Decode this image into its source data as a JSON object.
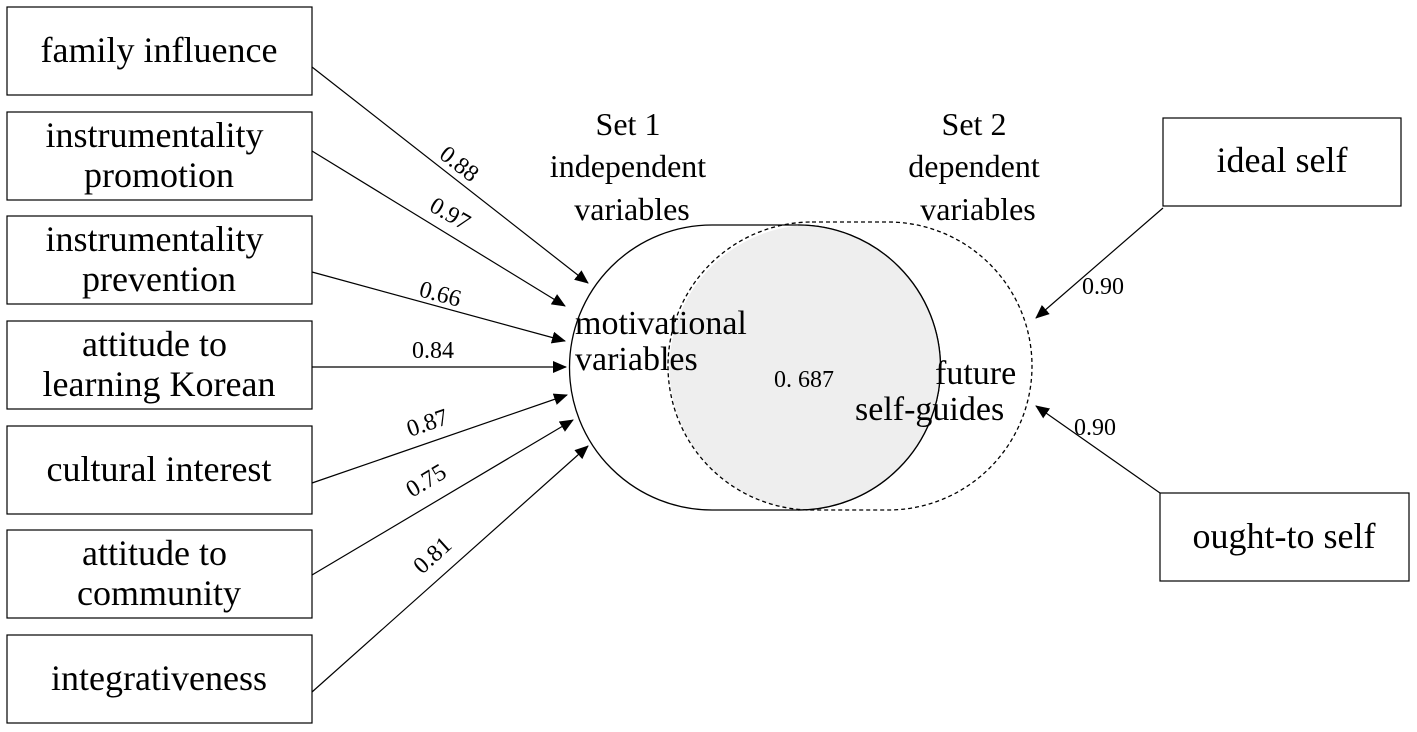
{
  "colors": {
    "overlap_fill": "#eeeeee",
    "stroke": "#000000"
  },
  "left_boxes": [
    {
      "lines": [
        "family influence"
      ],
      "coef": "0.88"
    },
    {
      "lines": [
        "instrumentality",
        "promotion"
      ],
      "coef": "0.97"
    },
    {
      "lines": [
        "instrumentality",
        "prevention"
      ],
      "coef": "0.66"
    },
    {
      "lines": [
        "attitude to",
        "learning Korean"
      ],
      "coef": "0.84"
    },
    {
      "lines": [
        "cultural interest"
      ],
      "coef": "0.87"
    },
    {
      "lines": [
        "attitude to",
        "community"
      ],
      "coef": "0.75"
    },
    {
      "lines": [
        "integrativeness"
      ],
      "coef": "0.81"
    }
  ],
  "right_boxes": [
    {
      "lines": [
        "ideal self"
      ],
      "coef": "0.90"
    },
    {
      "lines": [
        "ought-to self"
      ],
      "coef": "0.90"
    }
  ],
  "set1": {
    "lines": [
      "Set 1",
      "independent",
      "variables"
    ]
  },
  "set2": {
    "lines": [
      "Set 2",
      "dependent",
      "variables"
    ]
  },
  "set1_inner": {
    "lines": [
      "motivational",
      "variables"
    ]
  },
  "set2_inner": {
    "lines": [
      "future",
      "self-guides"
    ]
  },
  "correlation": "0. 687"
}
